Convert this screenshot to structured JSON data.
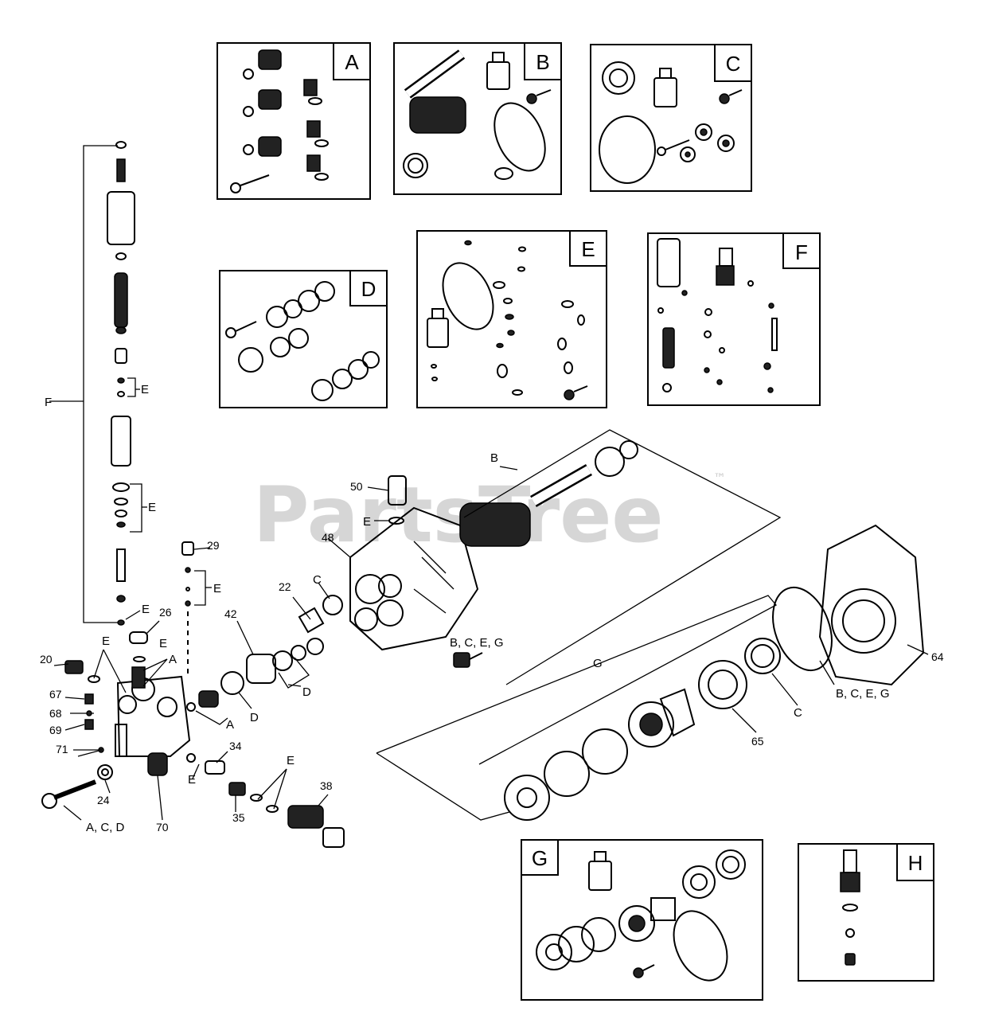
{
  "kits": [
    {
      "id": "A",
      "label": "A"
    },
    {
      "id": "B",
      "label": "B"
    },
    {
      "id": "C",
      "label": "C"
    },
    {
      "id": "D",
      "label": "D"
    },
    {
      "id": "E",
      "label": "E"
    },
    {
      "id": "F",
      "label": "F"
    },
    {
      "id": "G",
      "label": "G"
    },
    {
      "id": "H",
      "label": "H"
    }
  ],
  "callouts": {
    "part_20": "20",
    "part_22": "22",
    "part_24": "24",
    "part_26": "26",
    "part_29": "29",
    "part_34": "34",
    "part_35": "35",
    "part_38": "38",
    "part_42": "42",
    "part_48": "48",
    "part_50": "50",
    "part_64": "64",
    "part_65": "65",
    "part_67": "67",
    "part_68": "68",
    "part_69": "69",
    "part_70": "70",
    "part_71": "71",
    "letter_F": "F",
    "letter_E_stem1": "E",
    "letter_E_stem2": "E",
    "letter_E_stem3": "E",
    "letter_E_29": "E",
    "letter_E_26": "E",
    "letter_E_left": "E",
    "letter_A_26": "A",
    "letter_A_valve": "A",
    "letter_D_42": "D",
    "letter_D_seals": "D",
    "letter_C_22": "C",
    "letter_B_shaft": "B",
    "letter_E_50": "E",
    "letter_E_34": "E",
    "letter_G": "G",
    "letter_C_65": "C",
    "combo_bcge_screw": "B,  C,  E,  G",
    "combo_bcge_seal": "B,  C,  E,  G",
    "combo_acd": "A,  C,  D"
  },
  "watermark": {
    "text": "PartsTree",
    "tm": "™"
  }
}
